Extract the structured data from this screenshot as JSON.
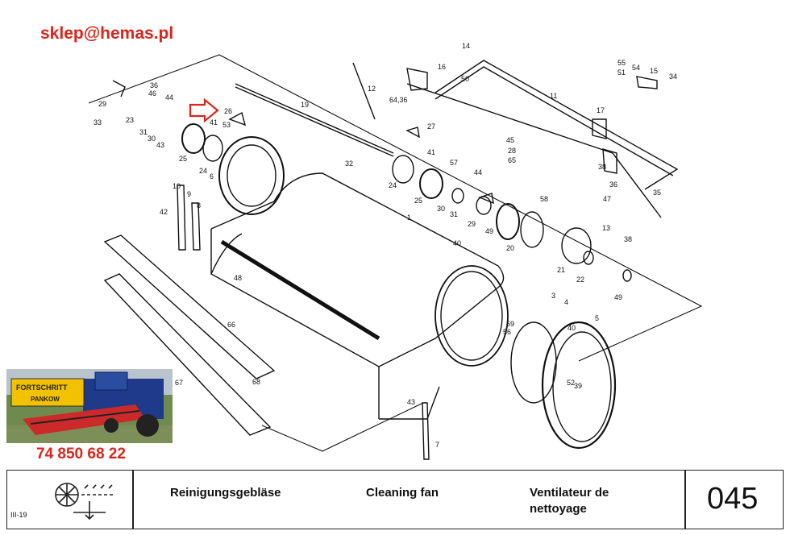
{
  "header": {
    "email": "sklep@hemas.pl"
  },
  "badge": {
    "logo_line1": "FORTSCHRITT",
    "logo_line2": "PANKOW"
  },
  "phone": "74 850 68 22",
  "drawing": {
    "part_numbers": {
      "c1": "1",
      "c3": "3",
      "c4": "4",
      "c5": "5",
      "c6": "6",
      "c7": "7",
      "c8": "8",
      "c9": "9",
      "c10": "10",
      "c11": "11",
      "c12": "12",
      "c13": "13",
      "c14": "14",
      "c15": "15",
      "c16": "16",
      "c17": "17",
      "c19": "19",
      "c20": "20",
      "c21": "21",
      "c22": "22",
      "c23": "23",
      "c24a": "24",
      "c24b": "24",
      "c25a": "25",
      "c25b": "25",
      "c26": "26",
      "c27": "27",
      "c28": "28",
      "c29a": "29",
      "c29b": "29",
      "c30a": "30",
      "c30b": "30",
      "c31a": "31",
      "c31b": "31",
      "c32": "32",
      "c33": "33",
      "c34": "34",
      "c35": "35",
      "c36a": "36",
      "c36b": "36",
      "c38a": "38",
      "c38b": "38",
      "c39": "39",
      "c40a": "40",
      "c40b": "40",
      "c41a": "41",
      "c41b": "41",
      "c42": "42",
      "c43a": "43",
      "c43b": "43",
      "c44a": "44",
      "c44b": "44",
      "c45": "45",
      "c46": "46",
      "c47": "47",
      "c48": "48",
      "c49a": "49",
      "c49b": "49",
      "c50": "50",
      "c51": "51",
      "c52": "52",
      "c53": "53",
      "c54": "54",
      "c55": "55",
      "c56": "56",
      "c57": "57",
      "c58": "58",
      "c59": "59",
      "c6436": "64,36",
      "c65": "65",
      "c66": "66",
      "c67": "67",
      "c68": "68"
    }
  },
  "footer": {
    "code": "III-19",
    "title_de": "Reinigungsgebläse",
    "title_en": "Cleaning fan",
    "title_fr_line1": "Ventilateur de",
    "title_fr_line2": "nettoyage",
    "page_number": "045"
  }
}
